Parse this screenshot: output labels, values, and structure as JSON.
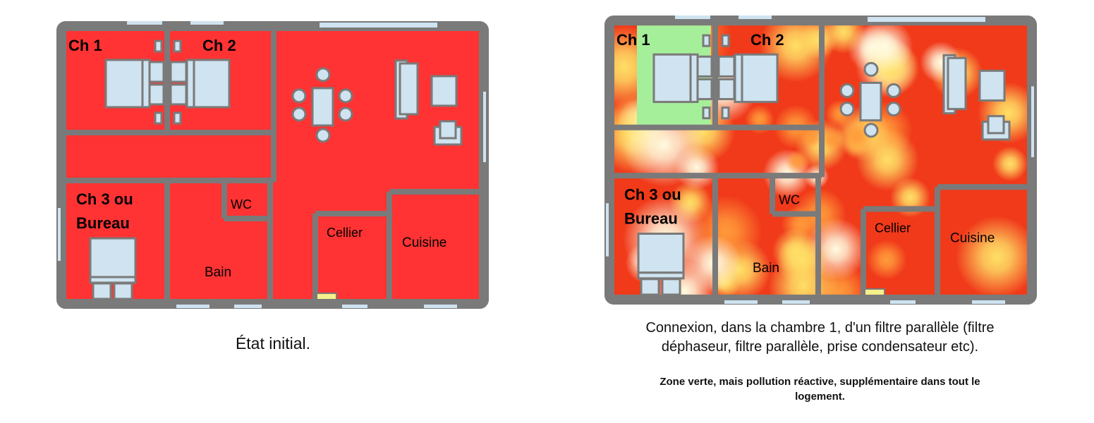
{
  "colors": {
    "wall": "#7a7a7a",
    "furniture": "#cfe3f0",
    "pollution": "#ff3333",
    "green_zone": "#a6ef9a",
    "door": "#f5f08a",
    "heat_hot": "#f03a1a",
    "heat_warm": "#ffe066",
    "heat_cool": "#fffbe0"
  },
  "rooms": {
    "ch1": "Ch 1",
    "ch2": "Ch 2",
    "ch3_line1": "Ch 3 ou",
    "ch3_line2": "Bureau",
    "wc": "WC",
    "cellier": "Cellier",
    "cuisine": "Cuisine",
    "bain": "Bain"
  },
  "left": {
    "caption": "État initial."
  },
  "right": {
    "caption_line1": "Connexion, dans la chambre 1, d'un filtre parallèle  (filtre",
    "caption_line2": "déphaseur, filtre parallèle, prise condensateur etc).",
    "note_line1": "Zone verte, mais pollution réactive, supplémentaire dans tout le",
    "note_line2": "logement."
  }
}
